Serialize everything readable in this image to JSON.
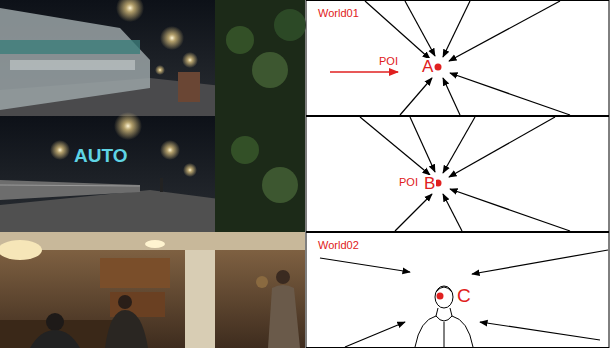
{
  "diagram": {
    "labels": [
      "World01",
      "POI",
      "A",
      "AUTO",
      "POI",
      "B",
      "World02",
      "C"
    ]
  }
}
